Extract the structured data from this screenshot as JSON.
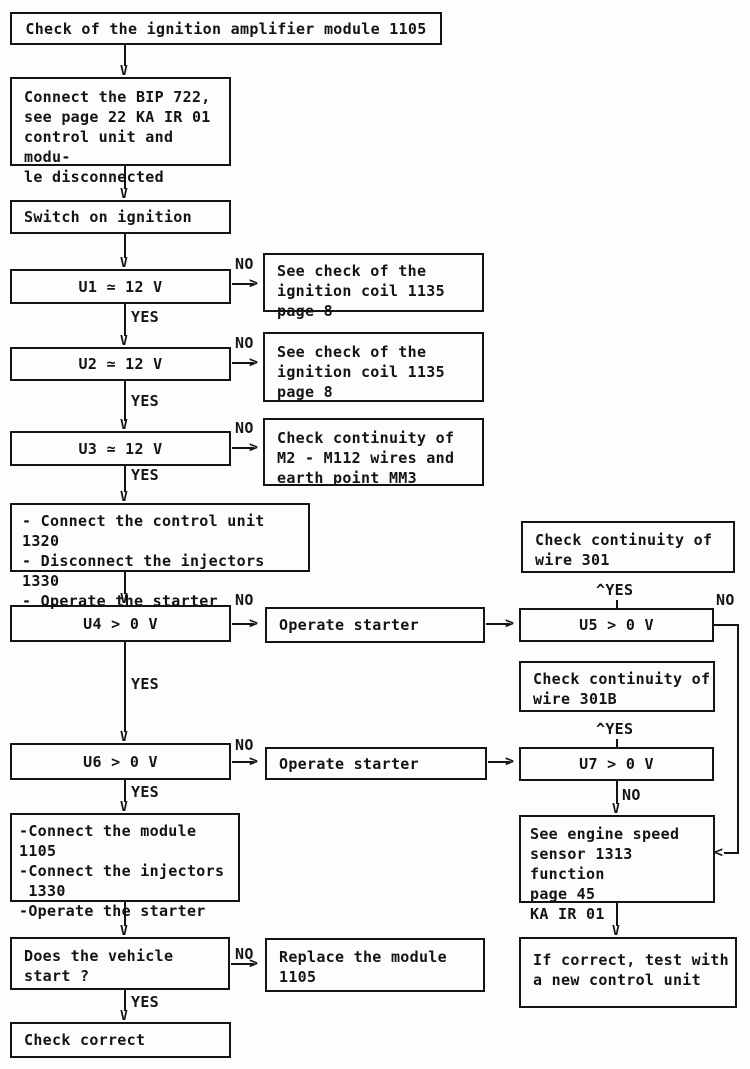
{
  "page": {
    "background": "#fdfdfb",
    "ink": "#141414"
  },
  "glyphs": {
    "arrow_down": "V",
    "arrow_right": ">",
    "arrow_left": "<"
  },
  "labels": {
    "yes": "YES",
    "no": "NO",
    "yes_up": "^YES"
  },
  "nodes": {
    "title": "Check of the ignition amplifier module 1105",
    "bip": "Connect the BIP 722,\nsee page 22 KA IR 01\ncontrol unit and modu-\nle disconnected",
    "switch_ignition": "Switch on ignition",
    "u1": "U1 ≃ 12 V",
    "see_coil_1": "See check of the\nignition coil 1135\npage 8",
    "u2": "U2 ≃ 12 V",
    "see_coil_2": "See check of the\nignition coil 1135\npage 8",
    "u3": "U3 ≃ 12 V",
    "m2_continuity": "Check continuity of\nM2 - M112 wires and\nearth point MM3",
    "control_steps": "- Connect the control unit 1320\n- Disconnect the injectors 1330\n- Operate the starter",
    "wire301": "Check continuity of\nwire 301",
    "u4": "U4 > 0 V",
    "operate_starter_1": "Operate starter",
    "u5": "U5 > 0 V",
    "wire301b": "Check continuity of\nwire 301B",
    "u6": "U6 > 0 V",
    "operate_starter_2": "Operate starter",
    "u7": "U7 > 0 V",
    "module_steps": "-Connect the module 1105\n-Connect the injectors\n 1330\n-Operate the starter",
    "vehicle_start": "Does the vehicle\nstart ?",
    "replace_module": "Replace the module\n1105",
    "engine_speed_sensor": "See engine speed\nsensor 1313 function\npage 45\nKA IR 01",
    "if_correct": "If correct, test with\na new control unit",
    "check_correct": "Check correct"
  }
}
